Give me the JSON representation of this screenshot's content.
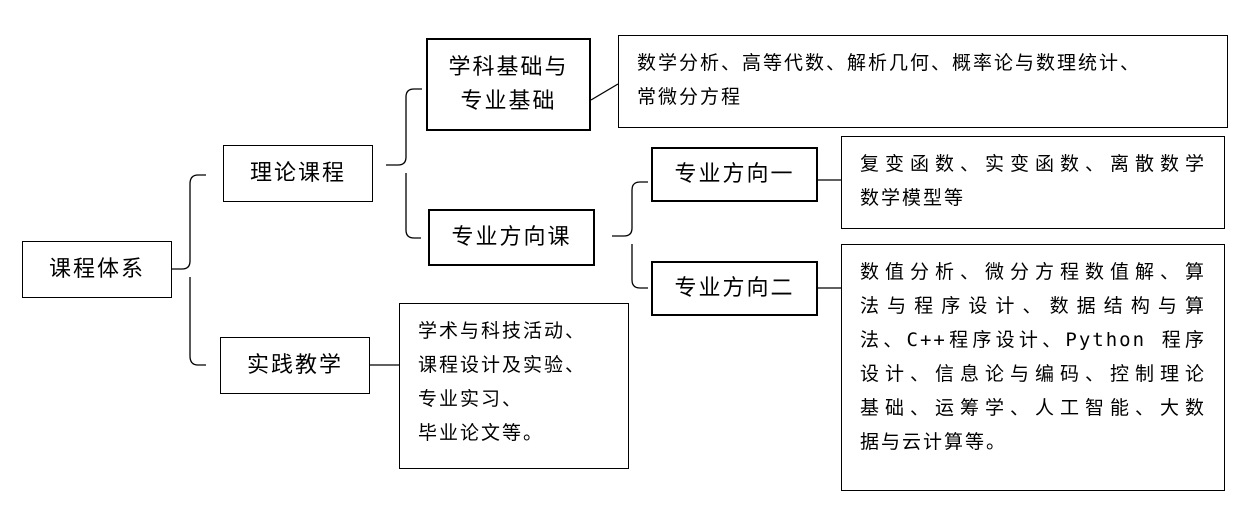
{
  "root": {
    "label": "课程体系"
  },
  "theory": {
    "label": "理论课程",
    "basics": {
      "label_lines": [
        "学科基础与",
        "专业基础"
      ],
      "courses_lines": [
        "数学分析、高等代数、解析几何、概率论与数理统计、",
        "常微分方程"
      ]
    },
    "major": {
      "label": "专业方向课",
      "direction1": {
        "label": "专业方向一",
        "courses_lines": [
          "复变函数、实变函数、离散数学",
          "数学模型等"
        ]
      },
      "direction2": {
        "label": "专业方向二",
        "courses_lines": [
          "数值分析、微分方程数值解、算",
          "法与程序设计、数据结构与算",
          "法、C++程序设计、Python 程序",
          "设计、信息论与编码、控制理论",
          "基础、运筹学、人工智能、大数",
          "据与云计算等。"
        ]
      }
    }
  },
  "practice": {
    "label": "实践教学",
    "courses_lines": [
      "学术与科技活动、",
      "课程设计及实验、",
      "专业实习、",
      "毕业论文等。"
    ]
  }
}
